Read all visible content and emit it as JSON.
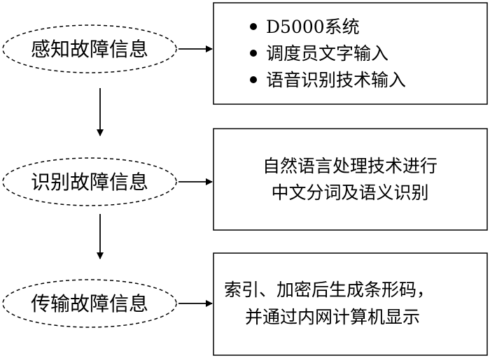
{
  "steps": [
    {
      "ellipse_label": "感知故障信息",
      "box_lines": [
        "D5000系统",
        "调度员文字输入",
        "语音识别技术输入"
      ],
      "bulleted": true
    },
    {
      "ellipse_label": "识别故障信息",
      "box_lines": [
        "自然语言处理技术进行",
        "中文分词及语义识别"
      ],
      "bulleted": false
    },
    {
      "ellipse_label": "传输故障信息",
      "box_lines": [
        "索引、加密后生成条形码，",
        "并通过内网计算机显示"
      ],
      "bulleted": false
    }
  ]
}
